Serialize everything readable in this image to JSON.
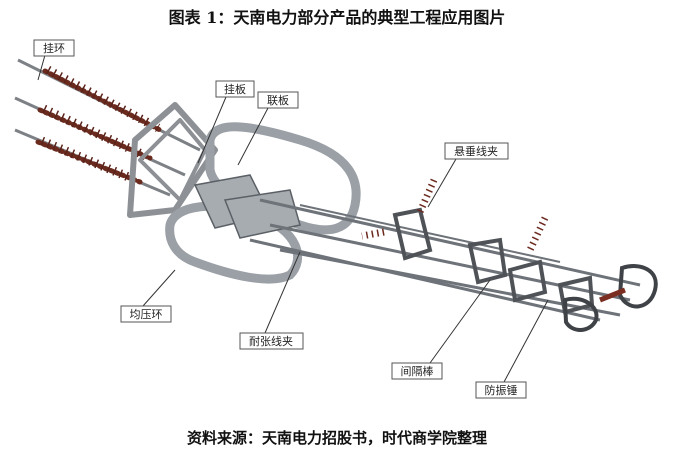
{
  "figure": {
    "title": "图表 1：天南电力部分产品的典型工程应用图片",
    "source": "资料来源：天南电力招股书，时代商学院整理"
  },
  "callouts": {
    "hang_ring": "挂环",
    "hang_plate": "挂板",
    "link_plate": "联板",
    "suspension_clamp": "悬垂线夹",
    "grading_ring": "均压环",
    "tension_clamp": "耐张线夹",
    "spacer": "间隔棒",
    "damper": "防振锤"
  },
  "colors": {
    "metal": "#8d9196",
    "insulator": "#6b2a1e",
    "frame_dark": "#4f5358"
  }
}
